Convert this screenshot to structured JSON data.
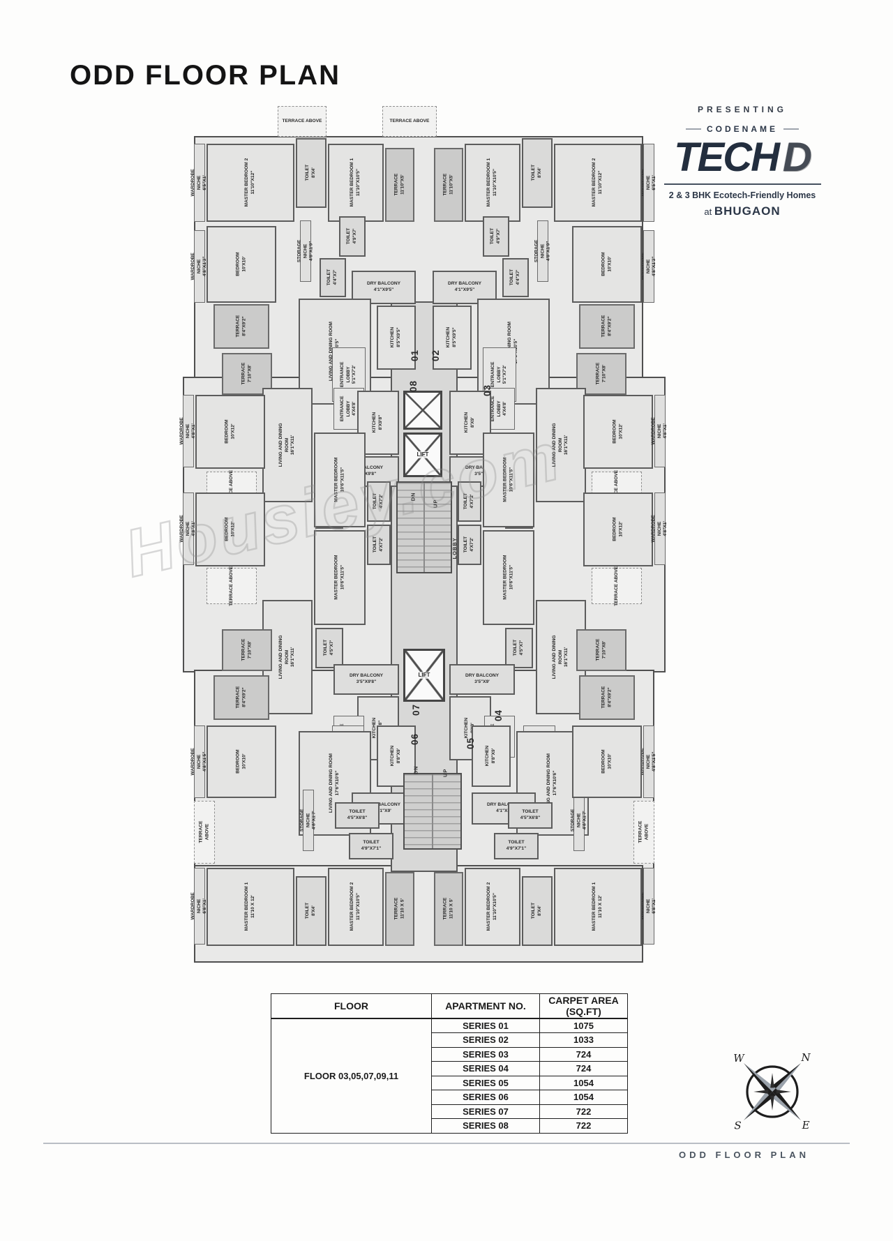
{
  "page": {
    "title": "ODD FLOOR PLAN"
  },
  "branding": {
    "presenting": "PRESENTING",
    "codename": "CODENAME",
    "name": "TECH",
    "accent": "D",
    "tagline": "2 & 3 BHK Ecotech-Friendly Homes",
    "at": "at",
    "location": "BHUGAON",
    "color": "#232e3e"
  },
  "watermark": {
    "text": "Housiey.com"
  },
  "compass": {
    "n": "N",
    "e": "E",
    "s": "S",
    "w": "W"
  },
  "footer": {
    "label": "ODD FLOOR PLAN"
  },
  "table": {
    "headers": [
      "FLOOR",
      "APARTMENT NO.",
      "CARPET AREA (SQ.FT)"
    ],
    "floor_label": "FLOOR 03,05,07,09,11",
    "rows": [
      [
        "SERIES 01",
        "1075"
      ],
      [
        "SERIES 02",
        "1033"
      ],
      [
        "SERIES 03",
        "724"
      ],
      [
        "SERIES 04",
        "724"
      ],
      [
        "SERIES 05",
        "1054"
      ],
      [
        "SERIES 06",
        "1054"
      ],
      [
        "SERIES 07",
        "722"
      ],
      [
        "SERIES 08",
        "722"
      ]
    ]
  },
  "plan": {
    "slabs": [
      [
        278,
        195,
        644,
        368,
        0
      ],
      [
        262,
        540,
        692,
        424,
        0
      ],
      [
        278,
        960,
        660,
        292,
        0
      ],
      [
        278,
        1240,
        644,
        140,
        0
      ],
      [
        560,
        432,
        96,
        818,
        1
      ]
    ],
    "rooms": [
      [
        398,
        152,
        70,
        44,
        "TERRACE ABOVE",
        "",
        "dash",
        0,
        0
      ],
      [
        548,
        152,
        78,
        44,
        "TERRACE ABOVE",
        "",
        "dash",
        0,
        0
      ],
      [
        278,
        206,
        16,
        112,
        "WARDROBE NICHE",
        "6'5\"X1'",
        "niche",
        1,
        608
      ],
      [
        296,
        206,
        126,
        112,
        "MASTER BEDROOM 2",
        "11'10\"X12\"",
        "room",
        1,
        608
      ],
      [
        424,
        198,
        44,
        100,
        "TOILET",
        "8'X4'",
        "toilet",
        1,
        608
      ],
      [
        470,
        206,
        80,
        112,
        "MASTER BEDROOM 1",
        "11'10\"X10'5\"",
        "room",
        1,
        608
      ],
      [
        552,
        212,
        42,
        106,
        "TERRACE",
        "11'10\"X5'",
        "terrace",
        1,
        608
      ],
      [
        278,
        330,
        16,
        104,
        "WARDROBE NICHE",
        "4'8\"X1'3\"",
        "niche",
        1,
        608
      ],
      [
        296,
        324,
        100,
        110,
        "BEDROOM",
        "10'X10'",
        "room",
        1,
        608
      ],
      [
        430,
        316,
        16,
        88,
        "STORAGE NICHE",
        "4'8\"X1'9\"",
        "niche",
        1,
        608
      ],
      [
        486,
        310,
        38,
        58,
        "TOILET",
        "4'9\"X7'",
        "toilet",
        1,
        608
      ],
      [
        458,
        370,
        38,
        56,
        "TOILET",
        "4'4\"X7'",
        "toilet",
        1,
        608
      ],
      [
        504,
        388,
        92,
        48,
        "DRY BALCONY",
        "4'1\"X9'5\"",
        "balcony",
        0,
        608
      ],
      [
        540,
        438,
        56,
        92,
        "KITCHEN",
        "8'5\"X9'5\"",
        "room",
        1,
        608
      ],
      [
        428,
        428,
        104,
        152,
        "LIVING AND DINING ROOM",
        "17'6\"X10'5\"",
        "room",
        1,
        608
      ],
      [
        476,
        498,
        48,
        78,
        "ENTRANCE LOBBY",
        "5'1\"X7'2'",
        "lobbycell",
        1,
        608
      ],
      [
        306,
        436,
        80,
        64,
        "TERRACE",
        "8'4\"X9'2\"",
        "terrace",
        1,
        608
      ],
      [
        318,
        506,
        72,
        60,
        "TERRACE",
        "7'10\"X8'",
        "terrace",
        1,
        608
      ],
      [
        376,
        556,
        72,
        164,
        "LIVING AND DINING ROOM",
        "16'1\"X11'",
        "room",
        1,
        608
      ],
      [
        478,
        556,
        44,
        60,
        "ENTRANCE LOBBY",
        "4'X4'8'",
        "lobbycell",
        1,
        608
      ],
      [
        512,
        560,
        60,
        92,
        "KITCHEN",
        "8'X9'8\"",
        "room",
        1,
        0
      ],
      [
        644,
        560,
        60,
        92,
        "KITCHEN",
        "8'X9'",
        "room",
        1,
        0
      ],
      [
        478,
        654,
        94,
        44,
        "DRY BALCONY",
        "3'5\"X9'8\"",
        "balcony",
        0,
        0
      ],
      [
        644,
        654,
        94,
        44,
        "DRY BALCONY",
        "3'5\"X9'",
        "balcony",
        0,
        0
      ],
      [
        452,
        700,
        40,
        58,
        "TOILET",
        "4'5\"X7'",
        "toilet",
        1,
        608
      ],
      [
        280,
        566,
        100,
        106,
        "BEDROOM",
        "10'X12'",
        "room",
        1,
        608
      ],
      [
        262,
        566,
        16,
        104,
        "WARDROBE NICHE",
        "4'8\"X1'",
        "niche",
        1,
        608
      ],
      [
        450,
        620,
        74,
        136,
        "MASTER BEDROOM",
        "10'6\"X11'5\"",
        "room",
        1,
        608
      ],
      [
        296,
        676,
        72,
        52,
        "TERRACE ABOVE",
        "",
        "dash",
        1,
        608
      ],
      [
        526,
        690,
        34,
        58,
        "TOILET",
        "4'X7'2'",
        "toilet",
        1,
        608
      ],
      [
        526,
        752,
        34,
        58,
        "TOILET",
        "4'X7'2'",
        "toilet",
        1,
        608
      ],
      [
        280,
        706,
        100,
        106,
        "BEDROOM",
        "10'X12'",
        "room",
        1,
        608
      ],
      [
        262,
        706,
        16,
        104,
        "WARDROBE NICHE",
        "4'8\"X1'",
        "niche",
        1,
        608
      ],
      [
        296,
        814,
        72,
        52,
        "TERRACE ABOVE",
        "",
        "dash",
        1,
        608
      ],
      [
        450,
        760,
        74,
        136,
        "MASTER BEDROOM",
        "10'6\"X11'5\"",
        "room",
        1,
        608
      ],
      [
        452,
        900,
        40,
        58,
        "TOILET",
        "4'5\"X7'",
        "toilet",
        1,
        608
      ],
      [
        478,
        952,
        94,
        44,
        "DRY BALCONY",
        "3'5\"X9'8\"",
        "balcony",
        0,
        0
      ],
      [
        644,
        952,
        94,
        44,
        "DRY BALCONY",
        "3'5\"X9'",
        "balcony",
        0,
        0
      ],
      [
        512,
        998,
        60,
        92,
        "KITCHEN",
        "8'X9'8\"",
        "room",
        1,
        0
      ],
      [
        644,
        998,
        60,
        92,
        "KITCHEN",
        "8'X9'",
        "room",
        1,
        0
      ],
      [
        376,
        860,
        72,
        164,
        "LIVING AND DINING ROOM",
        "16'1\"X11'",
        "room",
        1,
        608
      ],
      [
        478,
        1026,
        44,
        60,
        "ENTRANCE LOBBY",
        "4'X4'8'",
        "lobbycell",
        1,
        608
      ],
      [
        318,
        902,
        72,
        60,
        "TERRACE",
        "7'10\"X8'",
        "terrace",
        1,
        608
      ],
      [
        476,
        1040,
        46,
        64,
        "ENTRANCE LOBBY",
        "5'1\"X3'7'",
        "lobbycell",
        1,
        636
      ],
      [
        428,
        1048,
        104,
        150,
        "LIVING AND DINING ROOM",
        "17'6\"X10'6\"",
        "room",
        1,
        636
      ],
      [
        540,
        1040,
        56,
        88,
        "KITCHEN",
        "8'8\"X9'",
        "room",
        1,
        636
      ],
      [
        504,
        1136,
        92,
        46,
        "DRY BALCONY",
        "4'1\"X9'",
        "balcony",
        0,
        636
      ],
      [
        480,
        1150,
        64,
        38,
        "TOILET",
        "4'5\"X6'8\"",
        "toilet",
        0,
        636
      ],
      [
        500,
        1194,
        64,
        38,
        "TOILET",
        "4'9\"X7'1\"",
        "toilet",
        0,
        636
      ],
      [
        434,
        1132,
        16,
        88,
        "STORAGE NICHE",
        "4'8\"X1'7'",
        "niche",
        1,
        636
      ],
      [
        278,
        1040,
        16,
        104,
        "WARDROBE NICHE",
        "4'8\"X1'5\"",
        "niche",
        1,
        608
      ],
      [
        296,
        1040,
        100,
        104,
        "BEDROOM",
        "10'X10'",
        "room",
        1,
        608
      ],
      [
        306,
        968,
        80,
        64,
        "TERRACE",
        "8'4\"X9'2\"",
        "terrace",
        1,
        608
      ],
      [
        278,
        1148,
        30,
        90,
        "TERRACE ABOVE",
        "",
        "dash",
        1,
        608
      ],
      [
        278,
        1244,
        16,
        110,
        "WARDROBE NICHE",
        "6'8\"X1'",
        "niche",
        1,
        608
      ],
      [
        296,
        1244,
        126,
        112,
        "MASTER BEDROOM 1",
        "11'10 X 12'",
        "room",
        1,
        608
      ],
      [
        424,
        1256,
        44,
        100,
        "TOILET",
        "8'X4'",
        "toilet",
        1,
        608
      ],
      [
        470,
        1244,
        80,
        112,
        "MASTER BEDROOM 2",
        "11'10\"X10'5\"",
        "room",
        1,
        608
      ],
      [
        552,
        1250,
        42,
        106,
        "TERRACE",
        "11'10 X 5'",
        "terrace",
        1,
        608
      ],
      [
        578,
        560,
        56,
        56,
        "",
        "",
        "xbox",
        0,
        0
      ],
      [
        578,
        620,
        56,
        64,
        "LIFT",
        "",
        "xbox",
        0,
        0
      ],
      [
        578,
        930,
        60,
        76,
        "LIFT",
        "",
        "xbox",
        0,
        0
      ],
      [
        568,
        690,
        80,
        132,
        "",
        "",
        "stairs",
        0,
        0
      ],
      [
        578,
        1108,
        84,
        110,
        "",
        "",
        "stairs",
        0,
        0
      ],
      [
        584,
        694,
        16,
        36,
        "DN",
        "",
        "text",
        1,
        0
      ],
      [
        616,
        704,
        16,
        36,
        "UP",
        "",
        "text",
        1,
        0
      ],
      [
        588,
        1086,
        16,
        36,
        "DN",
        "",
        "text",
        1,
        0
      ],
      [
        630,
        1090,
        16,
        36,
        "UP",
        "",
        "text",
        1,
        0
      ],
      [
        644,
        746,
        16,
        80,
        "LOBBY",
        "",
        "text",
        1,
        0
      ]
    ],
    "units": [
      [
        "01",
        586,
        502
      ],
      [
        "02",
        616,
        502
      ],
      [
        "08",
        584,
        546
      ],
      [
        "03",
        690,
        552
      ],
      [
        "07",
        588,
        1010
      ],
      [
        "04",
        706,
        1018
      ],
      [
        "06",
        586,
        1052
      ],
      [
        "05",
        666,
        1058
      ]
    ]
  }
}
